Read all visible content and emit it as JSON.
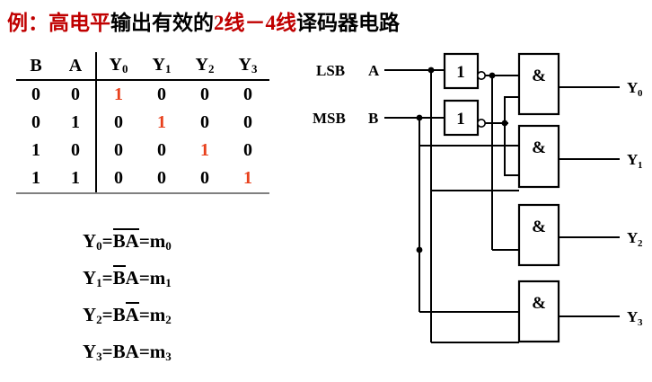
{
  "title": {
    "parts": [
      {
        "text": "例：",
        "color": "red"
      },
      {
        "text": "高电平",
        "color": "red"
      },
      {
        "text": "输出有效的",
        "color": "black"
      },
      {
        "text": "2线－4线",
        "color": "red"
      },
      {
        "text": "译码器电路",
        "color": "black"
      }
    ],
    "red_hex": "#c00000",
    "black_hex": "#000000"
  },
  "truth_table": {
    "input_headers": [
      "B",
      "A"
    ],
    "output_headers": [
      {
        "base": "Y",
        "sub": "0"
      },
      {
        "base": "Y",
        "sub": "1"
      },
      {
        "base": "Y",
        "sub": "2"
      },
      {
        "base": "Y",
        "sub": "3"
      }
    ],
    "highlight_hex": "#e8401c",
    "rows": [
      {
        "inputs": [
          "0",
          "0"
        ],
        "outputs": [
          "1",
          "0",
          "0",
          "0"
        ],
        "hot_index": 0
      },
      {
        "inputs": [
          "0",
          "1"
        ],
        "outputs": [
          "0",
          "1",
          "0",
          "0"
        ],
        "hot_index": 1
      },
      {
        "inputs": [
          "1",
          "0"
        ],
        "outputs": [
          "0",
          "0",
          "1",
          "0"
        ],
        "hot_index": 2
      },
      {
        "inputs": [
          "1",
          "1"
        ],
        "outputs": [
          "0",
          "0",
          "0",
          "1"
        ],
        "hot_index": 3
      }
    ]
  },
  "equations": [
    {
      "lhs": "Y",
      "lhs_sub": "0",
      "terms": [
        {
          "text": "B",
          "bar": true
        },
        {
          "text": "A",
          "bar": true
        }
      ],
      "rhs": "m",
      "rhs_sub": "0"
    },
    {
      "lhs": "Y",
      "lhs_sub": "1",
      "terms": [
        {
          "text": "B",
          "bar": true
        },
        {
          "text": "A",
          "bar": false
        }
      ],
      "rhs": "m",
      "rhs_sub": "1"
    },
    {
      "lhs": "Y",
      "lhs_sub": "2",
      "terms": [
        {
          "text": "B",
          "bar": false
        },
        {
          "text": "A",
          "bar": true
        }
      ],
      "rhs": "m",
      "rhs_sub": "2"
    },
    {
      "lhs": "Y",
      "lhs_sub": "3",
      "terms": [
        {
          "text": "B",
          "bar": false
        },
        {
          "text": "A",
          "bar": false
        }
      ],
      "rhs": "m",
      "rhs_sub": "3"
    }
  ],
  "circuit": {
    "inputs": [
      {
        "tag": "LSB",
        "signal": "A"
      },
      {
        "tag": "MSB",
        "signal": "B"
      }
    ],
    "inverters": [
      {
        "label": "1",
        "input": "A",
        "output": "A-bar"
      },
      {
        "label": "1",
        "input": "B",
        "output": "B-bar"
      }
    ],
    "and_gates": [
      {
        "label": "&",
        "output": "Y0"
      },
      {
        "label": "&",
        "output": "Y1"
      },
      {
        "label": "&",
        "output": "Y2"
      },
      {
        "label": "&",
        "output": "Y3"
      }
    ],
    "outputs": [
      {
        "base": "Y",
        "sub": "0"
      },
      {
        "base": "Y",
        "sub": "1"
      },
      {
        "base": "Y",
        "sub": "2"
      },
      {
        "base": "Y",
        "sub": "3"
      }
    ]
  }
}
